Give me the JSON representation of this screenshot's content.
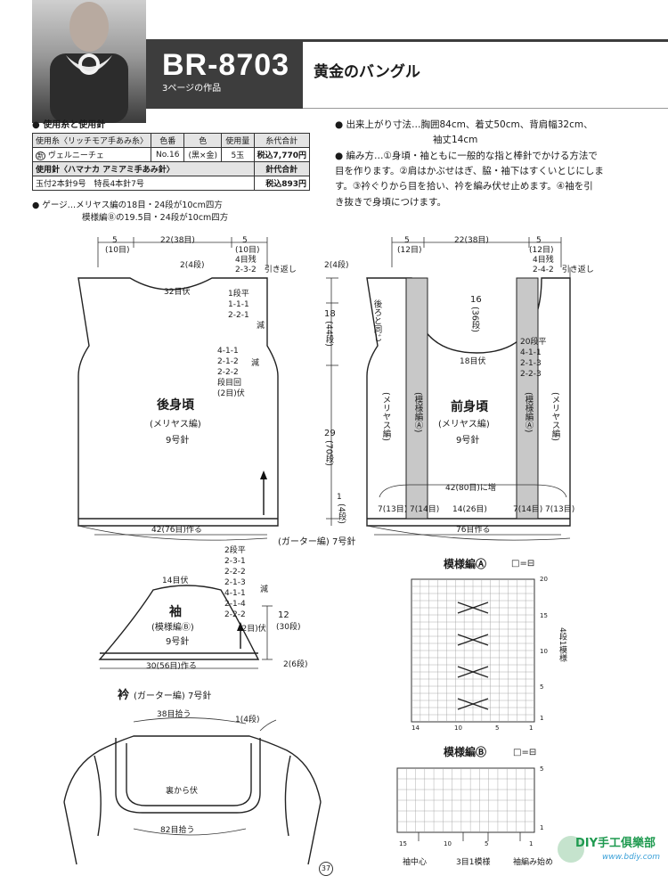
{
  "header": {
    "code": "BR-8703",
    "page_ref": "3ページの作品",
    "title": "黄金のバングル"
  },
  "materials": {
    "heading": "使用糸と使用針",
    "table_headers": [
      "使用糸〈リッチモア手あみ糸〉",
      "色番",
      "色",
      "使用量",
      "糸代合計"
    ],
    "yarn_row": [
      "新",
      "ヴェルニーチェ",
      "No.16",
      "(黒×金)",
      "5玉",
      "税込7,770円"
    ],
    "needle_header": "使用針〈ハマナカ アミアミ手あみ針〉",
    "needle_total_header": "針代合計",
    "needle_row": "玉付2本針9号　特長4本針7号",
    "needle_total": "税込893円",
    "gauge_line1": "ゲージ…メリヤス編の18目・24段が10cm四方",
    "gauge_line2": "模様編Ⓑの19.5目・24段が10cm四方"
  },
  "instructions": {
    "size_line1": "出来上がり寸法…胸囲84cm、着丈50cm、背肩幅32cm、",
    "size_line2": "袖丈14cm",
    "method_line1": "編み方…①身頃・袖ともに一般的な指と棒針でかける方法で",
    "method_line2": "目を作ります。②肩はかぶせはぎ、脇・袖下はすくいとじにしま",
    "method_line3": "す。③衿ぐりから目を拾い、衿を編み伏せ止めます。④袖を引",
    "method_line4": "き抜きで身頃につけます。"
  },
  "back": {
    "w_side_l": "5",
    "w_side_l2": "(10目)",
    "w_mid": "22",
    "w_mid2": "(38目)",
    "w_side_r": "5",
    "w_side_r2": "(10目)",
    "shoulder1": "4目残",
    "shoulder2": "2-3-2",
    "shoulder3": "引き返し",
    "neck_depth": "2",
    "neck_depth2": "(4段)",
    "neck_bind": "32目伏",
    "neck_dec1": "1段平",
    "neck_dec2": "1-1-1",
    "neck_dec3": "2-2-1",
    "neck_dec_label": "減",
    "arm_dec1": "4-1-1",
    "arm_dec2": "2-1-2",
    "arm_dec3": "2-2-2",
    "arm_dec4": "段目回",
    "arm_dec5": "(2目)",
    "arm_dec_bind": "伏",
    "arm_dec_label": "減",
    "h_upper": "18",
    "h_upper2": "(44段)",
    "h_lower": "29",
    "h_lower2": "(70段)",
    "h_rib": "1",
    "h_rib2": "(4段)",
    "name": "後身頃",
    "stitch": "(メリヤス編)",
    "needle": "9号針",
    "cast_on": "42(76目)作る"
  },
  "front": {
    "w_side_l": "5",
    "w_side_l2": "(12目)",
    "w_mid": "22",
    "w_mid2": "(38目)",
    "w_side_r": "5",
    "w_side_r2": "(12目)",
    "shoulder1": "4目残",
    "shoulder2": "2-4-2",
    "shoulder3": "引き返し",
    "same_as_back": "後ろと同じ",
    "neck_depth": "16",
    "neck_depth2": "(36段)",
    "neck_bind": "18目伏",
    "neck_dec1": "20段平",
    "neck_dec2": "4-1-1",
    "neck_dec3": "2-1-3",
    "neck_dec4": "2-2-3",
    "side_l": "(メリヤス編)",
    "pattern_l": "(模様編Ⓐ)",
    "name": "前身頃",
    "stitch": "(メリヤス編)",
    "needle": "9号針",
    "pattern_r": "(模様編Ⓐ)",
    "side_r": "(メリヤス編)",
    "increase": "42(80目)に増",
    "bottom1": "7(13目)",
    "bottom2": "7(14目)",
    "bottom3": "14(26目)",
    "bottom4": "7(14目)",
    "bottom5": "7(13目)",
    "cast_on": "76目作る"
  },
  "garter_label": "(ガーター編) 7号針",
  "sleeve": {
    "dec1": "2段平",
    "dec2": "2-3-1",
    "dec3": "2-2-2",
    "dec4": "2-1-3",
    "dec5": "4-1-1",
    "dec6": "2-1-4",
    "dec7": "2-2-2",
    "dec_label": "減",
    "top": "14目伏",
    "name": "袖",
    "pattern": "(模様編Ⓑ)",
    "needle": "9号針",
    "bind": "(2目)",
    "bind2": "伏",
    "height": "12",
    "height2": "(30段)",
    "cast_on": "30(56目)作る",
    "rib": "2",
    "rib2": "(6段)"
  },
  "collar": {
    "title": "衿",
    "title2": "(ガーター編) 7号針",
    "pick1": "38目拾う",
    "rows": "1(4段)",
    "bind": "裏から伏",
    "pick2": "82目拾う"
  },
  "pattern_a": {
    "title": "模様編Ⓐ",
    "legend": "□=⊟",
    "row20": "20",
    "row15": "15",
    "row10": "10",
    "row5": "5",
    "row1": "1",
    "col14": "14",
    "col10": "10",
    "col5": "5",
    "col1": "1",
    "repeat": "4段1模様"
  },
  "pattern_b": {
    "title": "模様編Ⓑ",
    "legend": "□=⊟",
    "row5": "5",
    "row1": "1",
    "col15": "15",
    "col10": "10",
    "col5": "5",
    "col1": "1",
    "center": "袖中心",
    "repeat": "3目1模様",
    "start": "袖編み始め"
  },
  "page_number": "37",
  "watermark": "DIY手工俱樂部",
  "watermark_url": "www.bdiy.com"
}
